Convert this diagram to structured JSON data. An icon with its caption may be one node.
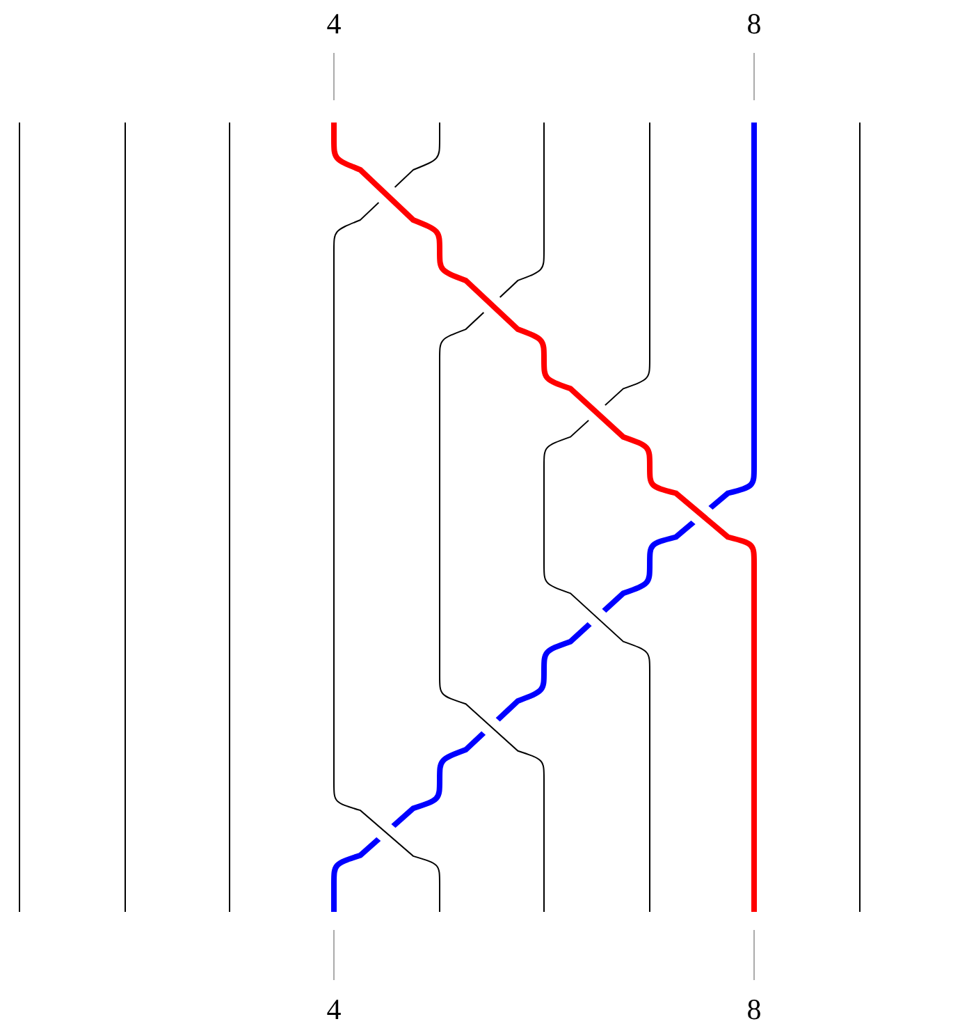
{
  "diagram": {
    "nodes": [
      {
        "text": [
          "4"
        ]
      },
      {
        "text": [
          "8"
        ]
      },
      {
        "text": [
          "4"
        ]
      },
      {
        "text": [
          "8"
        ]
      }
    ],
    "edges": [
      {
        "from": 0,
        "to": null,
        "arrow": "none"
      },
      {
        "from": 1,
        "to": null,
        "arrow": "none"
      },
      {
        "from": 2,
        "to": null,
        "arrow": "none"
      },
      {
        "from": 3,
        "to": null,
        "arrow": "none"
      }
    ]
  }
}
